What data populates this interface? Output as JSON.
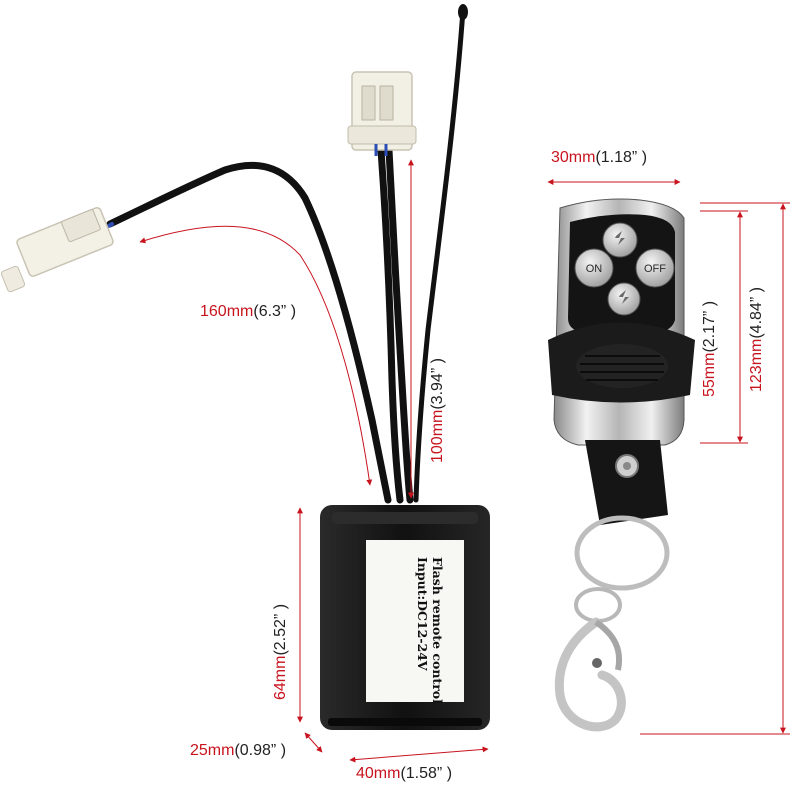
{
  "product": {
    "label_line1": "Flash remote control",
    "label_line2": "Input:DC12-24V"
  },
  "remote": {
    "buttons": [
      "ON",
      "OFF"
    ]
  },
  "dimensions": {
    "cable_long": {
      "mm": "160mm",
      "in": "(6.3” )"
    },
    "cable_short": {
      "mm": "100mm",
      "in": "(3.94” )"
    },
    "box_height": {
      "mm": "64mm",
      "in": "(2.52” )"
    },
    "box_depth": {
      "mm": "25mm",
      "in": "(0.98” )"
    },
    "box_width": {
      "mm": "40mm",
      "in": "(1.58” )"
    },
    "remote_width": {
      "mm": "30mm",
      "in": "(1.18” )"
    },
    "remote_body": {
      "mm": "55mm",
      "in": "(2.17” )"
    },
    "remote_total": {
      "mm": "123mm",
      "in": "(4.84” )"
    }
  },
  "colors": {
    "dimension_red": "#c8141e",
    "dimension_text": "#222222",
    "cable": "#111111",
    "box": "#161616"
  }
}
